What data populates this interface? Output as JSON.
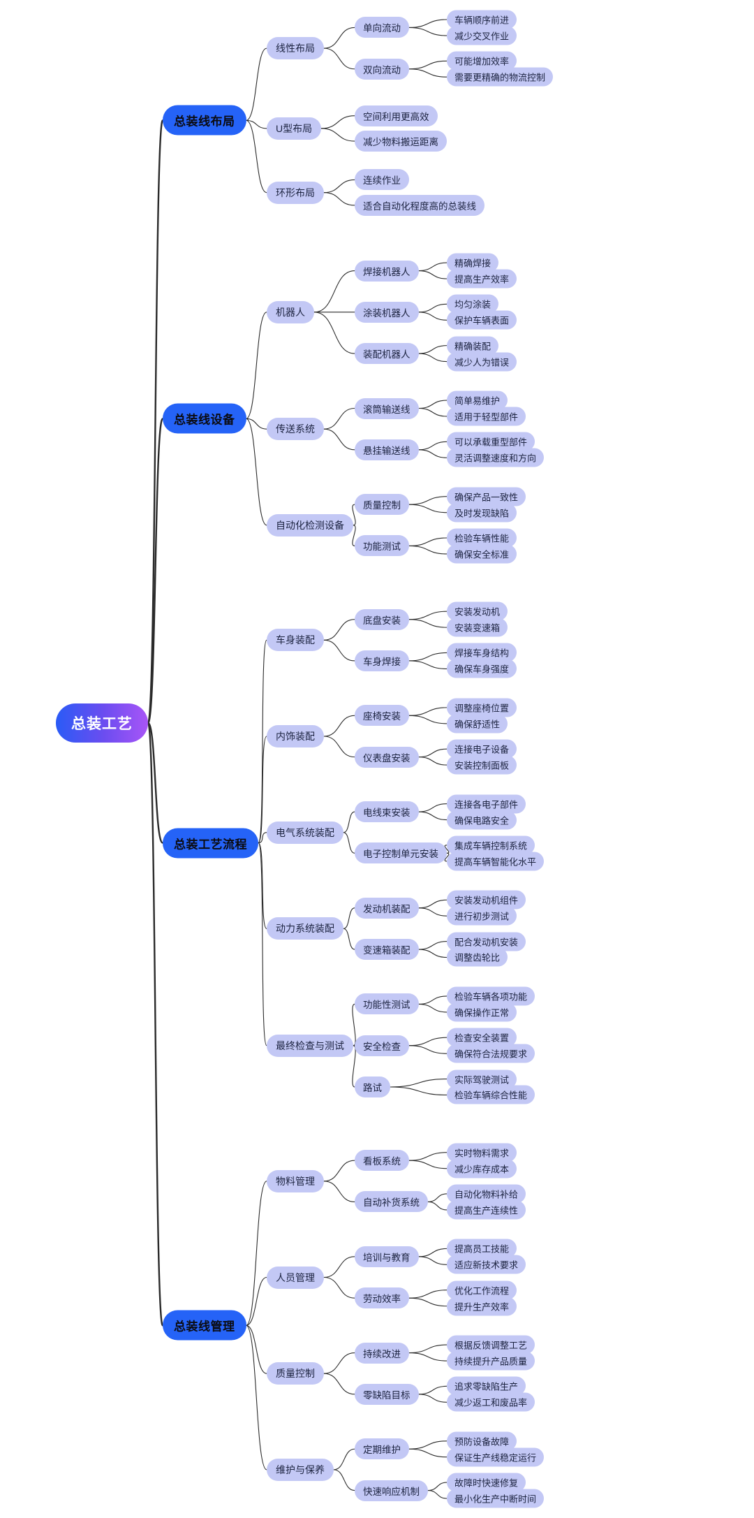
{
  "theme": {
    "background": "#ffffff",
    "root_gradient_start": "#2a5bf6",
    "root_gradient_mid": "#6b4df0",
    "root_gradient_end": "#a855f7",
    "level1_bg": "#2563f7",
    "level1_text": "#0b0b10",
    "branch_bg": "#c3c8f5",
    "branch_text": "#1c2340",
    "link_color": "#2a2a2a"
  },
  "mindmap": {
    "root": "总装工艺",
    "branches": [
      {
        "label": "总装线布局",
        "children": [
          {
            "label": "线性布局",
            "children": [
              {
                "label": "单向流动",
                "children": [
                  {
                    "label": "车辆顺序前进"
                  },
                  {
                    "label": "减少交叉作业"
                  }
                ]
              },
              {
                "label": "双向流动",
                "children": [
                  {
                    "label": "可能增加效率"
                  },
                  {
                    "label": "需要更精确的物流控制"
                  }
                ]
              }
            ]
          },
          {
            "label": "U型布局",
            "children": [
              {
                "label": "空间利用更高效"
              },
              {
                "label": "减少物料搬运距离"
              }
            ]
          },
          {
            "label": "环形布局",
            "children": [
              {
                "label": "连续作业"
              },
              {
                "label": "适合自动化程度高的总装线"
              }
            ]
          }
        ]
      },
      {
        "label": "总装线设备",
        "children": [
          {
            "label": "机器人",
            "children": [
              {
                "label": "焊接机器人",
                "children": [
                  {
                    "label": "精确焊接"
                  },
                  {
                    "label": "提高生产效率"
                  }
                ]
              },
              {
                "label": "涂装机器人",
                "children": [
                  {
                    "label": "均匀涂装"
                  },
                  {
                    "label": "保护车辆表面"
                  }
                ]
              },
              {
                "label": "装配机器人",
                "children": [
                  {
                    "label": "精确装配"
                  },
                  {
                    "label": "减少人为错误"
                  }
                ]
              }
            ]
          },
          {
            "label": "传送系统",
            "children": [
              {
                "label": "滚筒输送线",
                "children": [
                  {
                    "label": "简单易维护"
                  },
                  {
                    "label": "适用于轻型部件"
                  }
                ]
              },
              {
                "label": "悬挂输送线",
                "children": [
                  {
                    "label": "可以承载重型部件"
                  },
                  {
                    "label": "灵活调整速度和方向"
                  }
                ]
              }
            ]
          },
          {
            "label": "自动化检测设备",
            "children": [
              {
                "label": "质量控制",
                "children": [
                  {
                    "label": "确保产品一致性"
                  },
                  {
                    "label": "及时发现缺陷"
                  }
                ]
              },
              {
                "label": "功能测试",
                "children": [
                  {
                    "label": "检验车辆性能"
                  },
                  {
                    "label": "确保安全标准"
                  }
                ]
              }
            ]
          }
        ]
      },
      {
        "label": "总装工艺流程",
        "children": [
          {
            "label": "车身装配",
            "children": [
              {
                "label": "底盘安装",
                "children": [
                  {
                    "label": "安装发动机"
                  },
                  {
                    "label": "安装变速箱"
                  }
                ]
              },
              {
                "label": "车身焊接",
                "children": [
                  {
                    "label": "焊接车身结构"
                  },
                  {
                    "label": "确保车身强度"
                  }
                ]
              }
            ]
          },
          {
            "label": "内饰装配",
            "children": [
              {
                "label": "座椅安装",
                "children": [
                  {
                    "label": "调整座椅位置"
                  },
                  {
                    "label": "确保舒适性"
                  }
                ]
              },
              {
                "label": "仪表盘安装",
                "children": [
                  {
                    "label": "连接电子设备"
                  },
                  {
                    "label": "安装控制面板"
                  }
                ]
              }
            ]
          },
          {
            "label": "电气系统装配",
            "children": [
              {
                "label": "电线束安装",
                "children": [
                  {
                    "label": "连接各电子部件"
                  },
                  {
                    "label": "确保电路安全"
                  }
                ]
              },
              {
                "label": "电子控制单元安装",
                "children": [
                  {
                    "label": "集成车辆控制系统"
                  },
                  {
                    "label": "提高车辆智能化水平"
                  }
                ]
              }
            ]
          },
          {
            "label": "动力系统装配",
            "children": [
              {
                "label": "发动机装配",
                "children": [
                  {
                    "label": "安装发动机组件"
                  },
                  {
                    "label": "进行初步测试"
                  }
                ]
              },
              {
                "label": "变速箱装配",
                "children": [
                  {
                    "label": "配合发动机安装"
                  },
                  {
                    "label": "调整齿轮比"
                  }
                ]
              }
            ]
          },
          {
            "label": "最终检查与测试",
            "children": [
              {
                "label": "功能性测试",
                "children": [
                  {
                    "label": "检验车辆各项功能"
                  },
                  {
                    "label": "确保操作正常"
                  }
                ]
              },
              {
                "label": "安全检查",
                "children": [
                  {
                    "label": "检查安全装置"
                  },
                  {
                    "label": "确保符合法规要求"
                  }
                ]
              },
              {
                "label": "路试",
                "children": [
                  {
                    "label": "实际驾驶测试"
                  },
                  {
                    "label": "检验车辆综合性能"
                  }
                ]
              }
            ]
          }
        ]
      },
      {
        "label": "总装线管理",
        "children": [
          {
            "label": "物料管理",
            "children": [
              {
                "label": "看板系统",
                "children": [
                  {
                    "label": "实时物料需求"
                  },
                  {
                    "label": "减少库存成本"
                  }
                ]
              },
              {
                "label": "自动补货系统",
                "children": [
                  {
                    "label": "自动化物料补给"
                  },
                  {
                    "label": "提高生产连续性"
                  }
                ]
              }
            ]
          },
          {
            "label": "人员管理",
            "children": [
              {
                "label": "培训与教育",
                "children": [
                  {
                    "label": "提高员工技能"
                  },
                  {
                    "label": "适应新技术要求"
                  }
                ]
              },
              {
                "label": "劳动效率",
                "children": [
                  {
                    "label": "优化工作流程"
                  },
                  {
                    "label": "提升生产效率"
                  }
                ]
              }
            ]
          },
          {
            "label": "质量控制",
            "children": [
              {
                "label": "持续改进",
                "children": [
                  {
                    "label": "根据反馈调整工艺"
                  },
                  {
                    "label": "持续提升产品质量"
                  }
                ]
              },
              {
                "label": "零缺陷目标",
                "children": [
                  {
                    "label": "追求零缺陷生产"
                  },
                  {
                    "label": "减少返工和废品率"
                  }
                ]
              }
            ]
          },
          {
            "label": "维护与保养",
            "children": [
              {
                "label": "定期维护",
                "children": [
                  {
                    "label": "预防设备故障"
                  },
                  {
                    "label": "保证生产线稳定运行"
                  }
                ]
              },
              {
                "label": "快速响应机制",
                "children": [
                  {
                    "label": "故障时快速修复"
                  },
                  {
                    "label": "最小化生产中断时间"
                  }
                ]
              }
            ]
          }
        ]
      }
    ]
  }
}
